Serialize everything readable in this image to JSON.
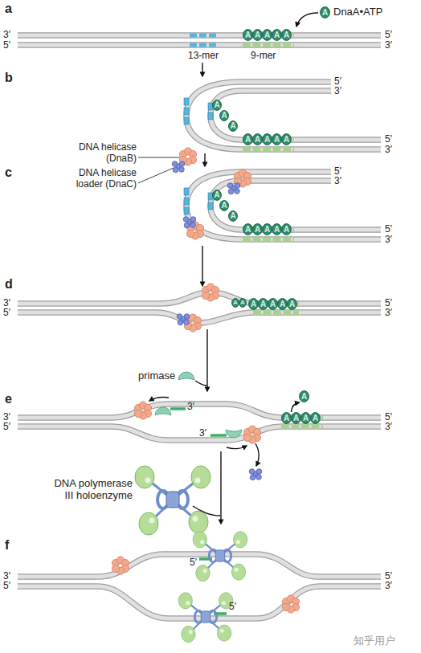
{
  "diagram": {
    "nodes": [
      {
        "text": [
          "A",
          "DnaA•ATP"
        ]
      },
      {
        "text": [
          "A"
        ]
      },
      {
        "text": [
          "A"
        ]
      },
      {
        "text": [
          "A"
        ]
      },
      {
        "text": [
          "A"
        ]
      },
      {
        "text": [
          "A"
        ]
      },
      {
        "text": [
          "A"
        ]
      },
      {
        "text": [
          "A"
        ]
      },
      {
        "text": [
          "A"
        ]
      },
      {
        "text": [
          "A"
        ]
      },
      {
        "text": [
          "A"
        ]
      },
      {
        "text": [
          "A"
        ]
      },
      {
        "text": [
          "A"
        ]
      },
      {
        "text": [
          "A"
        ]
      },
      {
        "text": [
          "A"
        ]
      },
      {
        "text": [
          "A"
        ]
      },
      {
        "text": [
          "A"
        ]
      },
      {
        "text": [
          "A"
        ]
      },
      {
        "text": [
          "A"
        ]
      },
      {
        "text": [
          "A"
        ]
      },
      {
        "text": [
          "A"
        ]
      },
      {
        "text": [
          "A"
        ]
      },
      {
        "text": [
          "A"
        ]
      },
      {
        "text": [
          "A"
        ]
      },
      {
        "text": [
          "A"
        ]
      },
      {
        "text": [
          "A"
        ]
      },
      {
        "text": [
          "A"
        ]
      },
      {
        "text": [
          "A"
        ]
      },
      {
        "text": [
          "A"
        ]
      },
      {
        "text": [
          "A"
        ]
      },
      {
        "text": [
          "A"
        ]
      },
      {
        "text": [
          "A"
        ]
      },
      {
        "text": [
          "A"
        ]
      },
      {
        "text": [
          "A"
        ]
      }
    ],
    "edges": [
      {
        "from": 30,
        "to": 29,
        "arrow": "to"
      }
    ],
    "labels": [
      "a",
      "3′",
      "5′",
      "5′",
      "3′",
      "13-mer",
      "9-mer",
      "b",
      "5′",
      "3′",
      "5′",
      "3′",
      "DNA helicase (DnaB)",
      "DNA helicase loader (DnaC)",
      "c",
      "5′",
      "3′",
      "5′",
      "3′",
      "d",
      "3′",
      "5′",
      "5′",
      "3′",
      "primase",
      "e",
      "3′",
      "5′",
      "3′",
      "3′",
      "5′",
      "3′",
      "DNA polymerase III holoenzyme",
      "f",
      "3′",
      "5′",
      "5′",
      "5′",
      "5′",
      "3′",
      "知乎用户"
    ]
  }
}
